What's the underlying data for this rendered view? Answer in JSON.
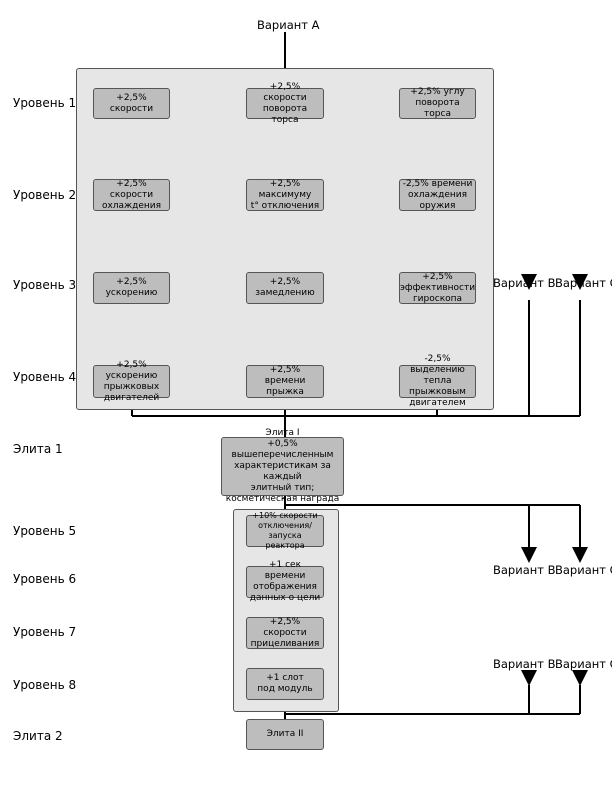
{
  "variant_a": "Вариант A",
  "variant_b": "Вариант B",
  "variant_c": "Вариант C",
  "levels": [
    {
      "label": "Уровень 1",
      "nodes": [
        "+2,5% скорости",
        "+2,5% скорости\nповорота торса",
        "+2,5% углу\nповорота торса"
      ]
    },
    {
      "label": "Уровень 2",
      "nodes": [
        "+2,5% скорости\nохлаждения",
        "+2,5% максимуму\nt° отключения",
        "-2,5% времени\nохлаждения\nоружия"
      ]
    },
    {
      "label": "Уровень 3",
      "nodes": [
        "+2,5% ускорению",
        "+2,5%\nзамедлению",
        "+2,5%\nэффективности\nгироскопа"
      ]
    },
    {
      "label": "Уровень 4",
      "nodes": [
        "+2,5% ускорению\nпрыжковых\nдвигателей",
        "+2,5% времени\nпрыжка",
        "-2,5% выделению\nтепла прыжковым\nдвигателем"
      ]
    }
  ],
  "elite1": {
    "label": "Элита 1",
    "text": "Элита I\n+0,5% вышеперечисленным\nхарактеристикам за каждый\nэлитный тип;\nкосметическая награда"
  },
  "levels2": [
    {
      "label": "Уровень 5",
      "text": "+10% скорости\nотключения/запуска\nреактора"
    },
    {
      "label": "Уровень 6",
      "text": "+1 сек времени\nотображения\nданных о цели"
    },
    {
      "label": "Уровень 7",
      "text": "+2,5% скорости\nприцеливания"
    },
    {
      "label": "Уровень 8",
      "text": "+1 слот\nпод модуль"
    }
  ],
  "elite2": {
    "label": "Элита 2",
    "text": "Элита II"
  }
}
